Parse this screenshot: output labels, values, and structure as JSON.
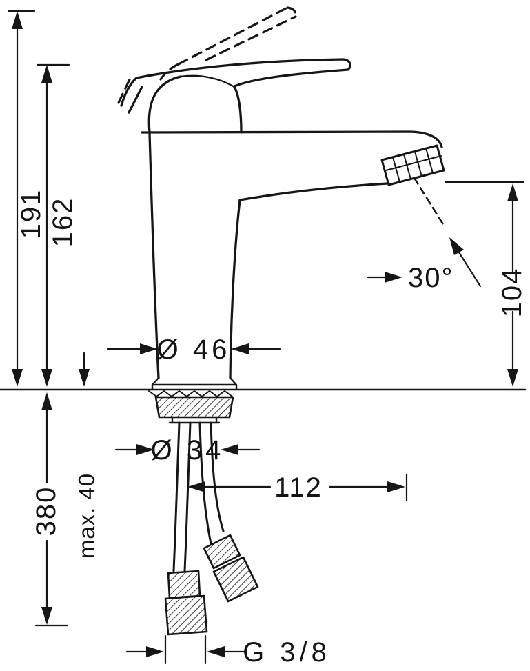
{
  "colors": {
    "background": "#ffffff",
    "line": "#161616"
  },
  "diagram": {
    "type": "technical-dimension-drawing",
    "subject": "single-lever basin mixer faucet with supply hoses",
    "dimensions": {
      "total_height": "191",
      "height_to_spout_top": "162",
      "outlet_height": "104",
      "outlet_angle": "30°",
      "body_diameter": "Ø 46",
      "mounting_hole_diameter": "Ø 34",
      "max_mounting_thickness": "max. 40",
      "hose_length_below_deck": "380",
      "spout_reach": "112",
      "connection_thread": "G 3/8"
    }
  }
}
